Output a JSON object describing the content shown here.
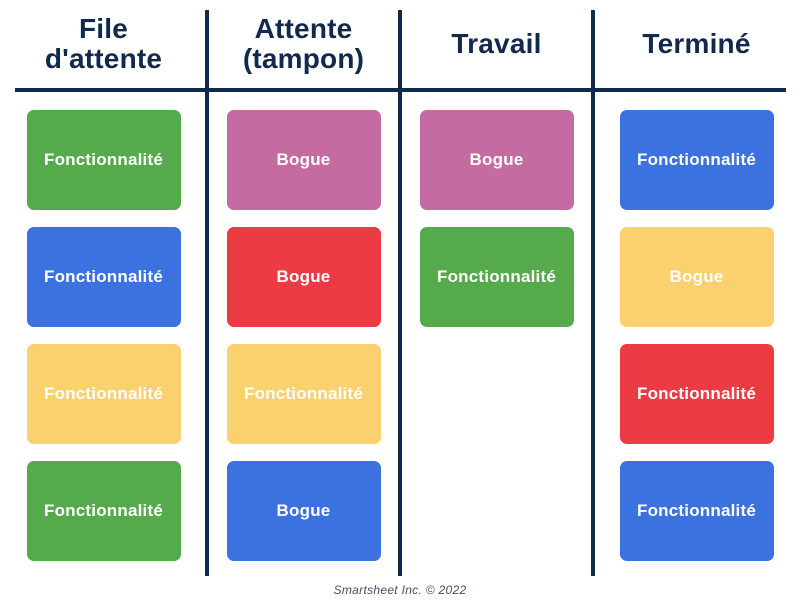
{
  "palette": {
    "green": "#55AB4B",
    "blue": "#3B72E0",
    "yellow": "#FBD06E",
    "red": "#EC3B45",
    "purple": "#C46CA1",
    "navy": "#12294E",
    "card_text": "#FFFFFF",
    "footer_text": "#454F63",
    "background": "#FFFFFF"
  },
  "board": {
    "columns": [
      {
        "header": "File d'attente",
        "cards": [
          {
            "label": "Fonctionnalité",
            "color": "green"
          },
          {
            "label": "Fonctionnalité",
            "color": "blue"
          },
          {
            "label": "Fonctionnalité",
            "color": "yellow"
          },
          {
            "label": "Fonctionnalité",
            "color": "green"
          }
        ]
      },
      {
        "header": "Attente (tampon)",
        "cards": [
          {
            "label": "Bogue",
            "color": "purple"
          },
          {
            "label": "Bogue",
            "color": "red"
          },
          {
            "label": "Fonctionnalité",
            "color": "yellow"
          },
          {
            "label": "Bogue",
            "color": "blue"
          }
        ]
      },
      {
        "header": "Travail",
        "cards": [
          {
            "label": "Bogue",
            "color": "purple"
          },
          {
            "label": "Fonctionnalité",
            "color": "green"
          }
        ]
      },
      {
        "header": "Terminé",
        "cards": [
          {
            "label": "Fonctionnalité",
            "color": "blue"
          },
          {
            "label": "Bogue",
            "color": "yellow"
          },
          {
            "label": "Fonctionnalité",
            "color": "red"
          },
          {
            "label": "Fonctionnalité",
            "color": "blue"
          }
        ]
      }
    ]
  },
  "footer": {
    "text": "Smartsheet Inc. © 2022"
  }
}
